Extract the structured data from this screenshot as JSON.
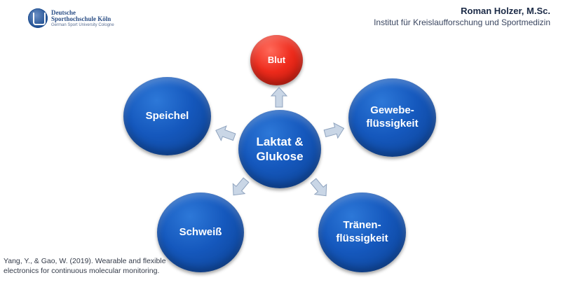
{
  "header": {
    "logo_line1": "Deutsche",
    "logo_line2": "Sporthochschule Köln",
    "logo_line3": "German Sport University Cologne",
    "author": "Roman Holzer, M.Sc.",
    "institute": "Institut für Kreislaufforschung und Sportmedizin"
  },
  "diagram": {
    "center": "Laktat &\nGlukose",
    "nodes": {
      "top": "Blut",
      "right": "Gewebe-\nflüssigkeit",
      "bottom_right": "Tränen-\nflüssigkeit",
      "bottom_left": "Schweiß",
      "left": "Speichel"
    },
    "colors": {
      "blue": "#1558bd",
      "red": "#ee2b1c",
      "arrow": "#c9d6e6"
    }
  },
  "citation": "Yang, Y., & Gao, W. (2019). Wearable and flexible electronics for continuous molecular monitoring."
}
